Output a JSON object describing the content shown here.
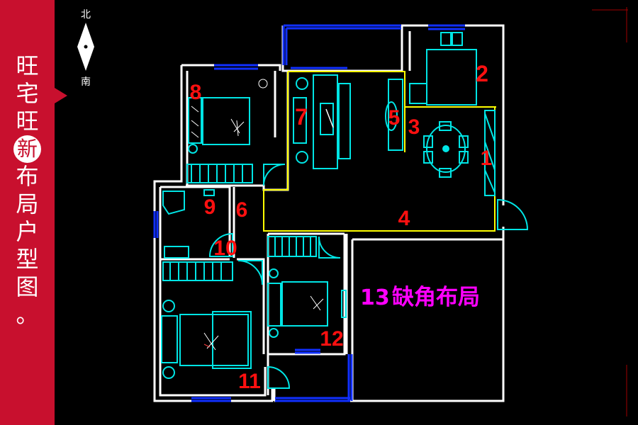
{
  "banner": {
    "chars": [
      "旺",
      "宅",
      "旺",
      "新",
      "布",
      "局",
      "户",
      "型",
      "图",
      "。"
    ]
  },
  "compass": {
    "north": "北",
    "south": "南"
  },
  "rooms": [
    {
      "id": "1",
      "label": "1"
    },
    {
      "id": "2",
      "label": "2"
    },
    {
      "id": "3",
      "label": "3"
    },
    {
      "id": "4",
      "label": "4"
    },
    {
      "id": "5",
      "label": "5"
    },
    {
      "id": "6",
      "label": "6"
    },
    {
      "id": "7",
      "label": "7"
    },
    {
      "id": "8",
      "label": "8"
    },
    {
      "id": "9",
      "label": "9"
    },
    {
      "id": "10",
      "label": "10"
    },
    {
      "id": "11",
      "label": "11"
    },
    {
      "id": "12",
      "label": "12"
    }
  ],
  "missing_corner": {
    "number": "13",
    "text": "缺角布局"
  },
  "colors": {
    "banner": "#c8102e",
    "wall": "#ffffff",
    "furniture": "#00e5e5",
    "window": "#1030ff",
    "zone": "#ffff00",
    "room_label": "#ff1010",
    "missing_corner_label": "#ff00ff",
    "frame_corner": "#a00000"
  }
}
